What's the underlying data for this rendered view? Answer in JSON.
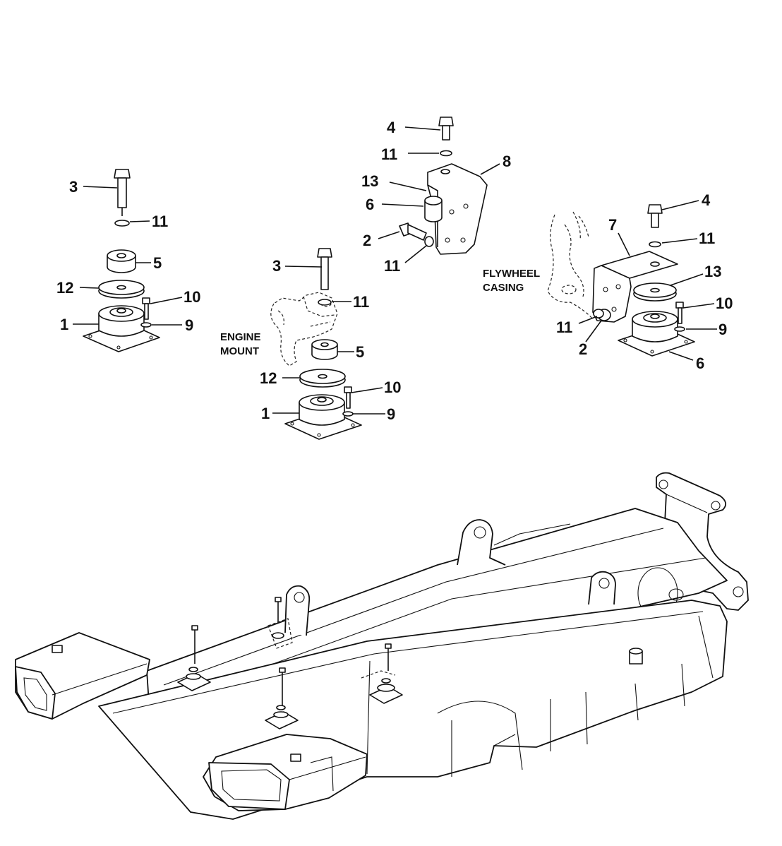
{
  "captions": {
    "engine_mount_line1": "ENGINE",
    "engine_mount_line2": "MOUNT",
    "flywheel_casing_line1": "FLYWHEEL",
    "flywheel_casing_line2": "CASING"
  },
  "callouts": {
    "left_group": [
      "3",
      "11",
      "5",
      "12",
      "10",
      "1",
      "9"
    ],
    "center_group": [
      "3",
      "11",
      "5",
      "12",
      "10",
      "1",
      "9"
    ],
    "upper_group": [
      "4",
      "11",
      "8",
      "13",
      "6",
      "2",
      "11"
    ],
    "right_group": [
      "4",
      "7",
      "11",
      "13",
      "10",
      "9",
      "11",
      "2",
      "6"
    ]
  },
  "colors": {
    "line": "#111111",
    "background": "#ffffff"
  }
}
